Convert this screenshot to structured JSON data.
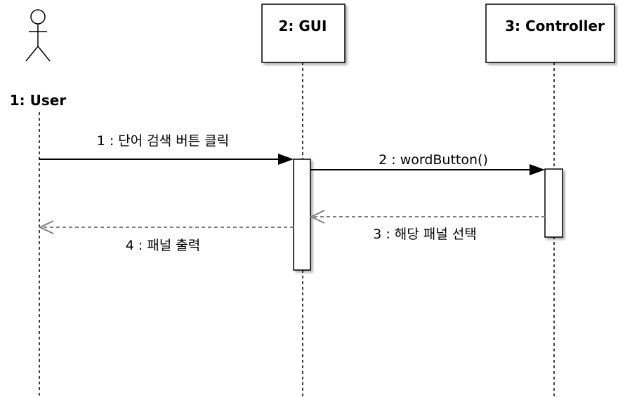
{
  "participants": [
    {
      "id": "user",
      "label": "1: User",
      "kind": "actor"
    },
    {
      "id": "gui",
      "label": "2: GUI",
      "kind": "object"
    },
    {
      "id": "controller",
      "label": "3: Controller",
      "kind": "object"
    }
  ],
  "messages": [
    {
      "label": "1 : 단어 검색 버튼 클릭",
      "from": "user",
      "to": "gui",
      "kind": "sync"
    },
    {
      "label": "2 : wordButton()",
      "from": "gui",
      "to": "controller",
      "kind": "sync"
    },
    {
      "label": "3 : 해당 패널 선택",
      "from": "controller",
      "to": "gui",
      "kind": "return"
    },
    {
      "label": "4 : 패널 출력",
      "from": "gui",
      "to": "user",
      "kind": "return"
    }
  ],
  "colors": {
    "line": "#000000",
    "return_line": "#7f7f7f",
    "box_fill": "#ffffff",
    "box_stroke": "#000000",
    "background": "#ffffff"
  }
}
